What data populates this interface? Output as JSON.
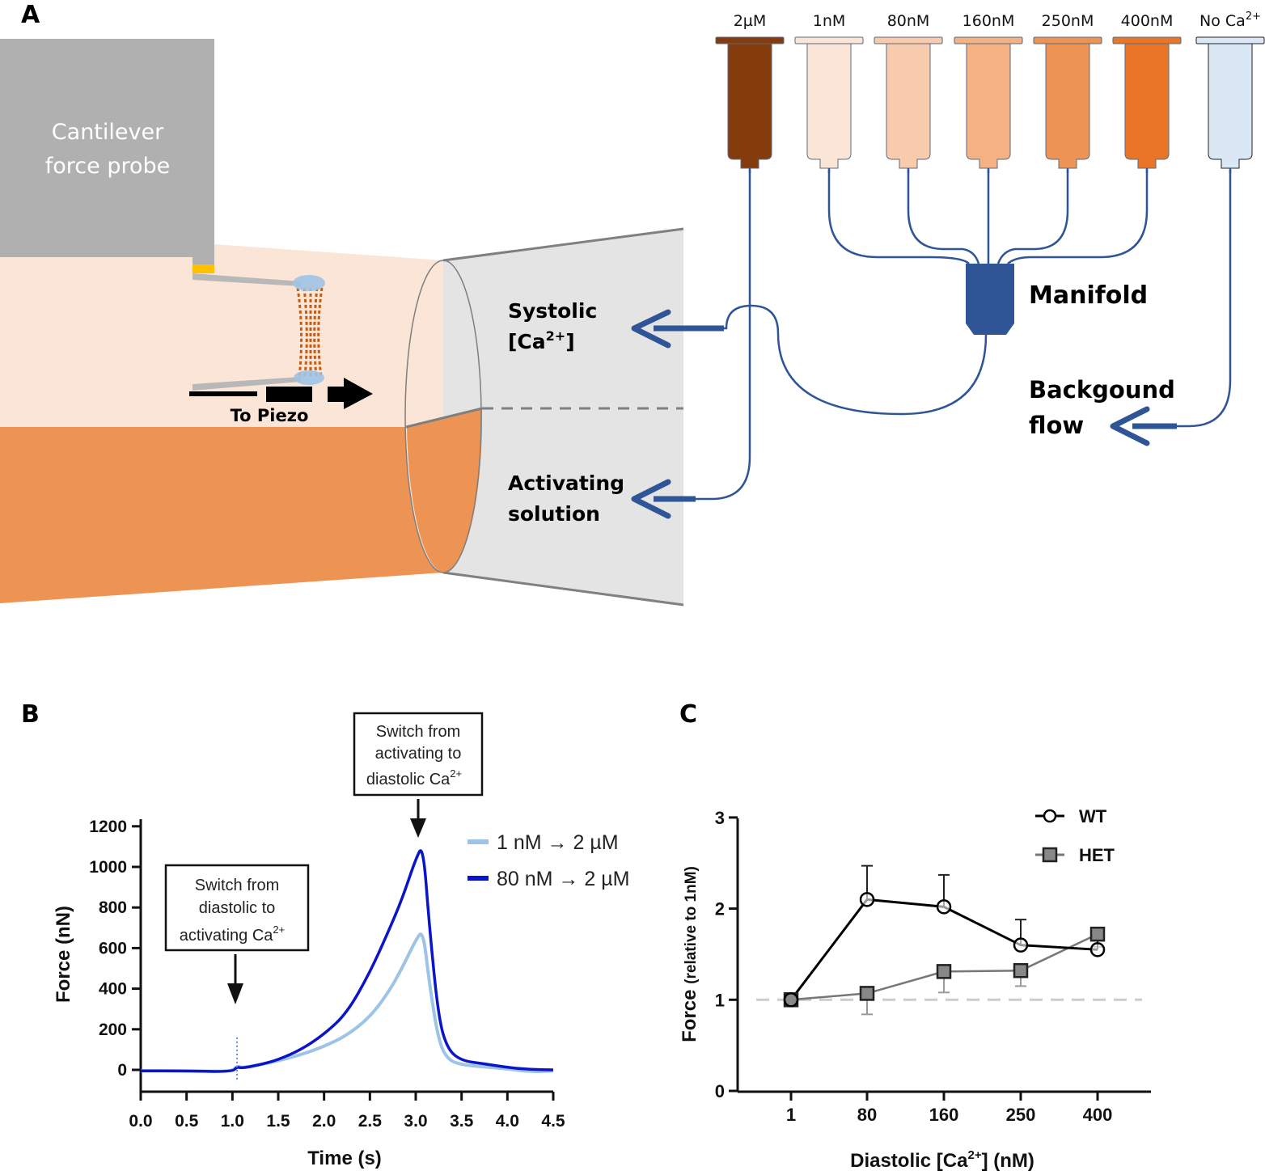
{
  "panels": {
    "a": {
      "letter": "A",
      "syringes": [
        {
          "label": "2µM",
          "color": "#843c0c"
        },
        {
          "label": "1nM",
          "color": "#fbe5d6"
        },
        {
          "label": "80nM",
          "color": "#f8cbad"
        },
        {
          "label": "160nM",
          "color": "#f4b183"
        },
        {
          "label": "250nM",
          "color": "#ed9455"
        },
        {
          "label": "400nM",
          "color": "#e97526"
        },
        {
          "label": "No Ca",
          "label_sup": "2+",
          "color": "#dae8f5"
        }
      ],
      "probe_label_line1": "Cantilever",
      "probe_label_line2": "force probe",
      "piezo_label": "To Piezo",
      "systolic_line1": "Systolic",
      "systolic_line2_pre": "[Ca",
      "systolic_line2_sup": "2+",
      "systolic_line2_post": "]",
      "activating_line1": "Activating",
      "activating_line2": "solution",
      "manifold_label": "Manifold",
      "background_line1": "Backgound",
      "background_line2": "flow",
      "colors": {
        "probe": "#b0b0b0",
        "probe_tip": "#ffc000",
        "upper_stream": "#fbe5d6",
        "lower_stream": "#ed9455",
        "chamber": "#e4e4e4",
        "tubing": "#2f5597",
        "cell": "#c55a11",
        "attachment": "#9dc3e6"
      }
    },
    "b": {
      "letter": "B",
      "annotation_left": {
        "lines": [
          "Switch from",
          "diastolic to",
          "activating Ca"
        ],
        "sup": "2+"
      },
      "annotation_right": {
        "lines": [
          "Switch from",
          "activating to",
          "diastolic Ca"
        ],
        "sup": "2+"
      }
    },
    "c": {
      "letter": "C"
    }
  },
  "chart_data": [
    {
      "type": "line",
      "title": "",
      "xlabel": "Time (s)",
      "ylabel": "Force (nN)",
      "xlim": [
        0,
        4.5
      ],
      "ylim": [
        -120,
        1250
      ],
      "x_ticks": [
        "0.0",
        "0.5",
        "1.0",
        "1.5",
        "2.0",
        "2.5",
        "3.0",
        "3.5",
        "4.0",
        "4.5"
      ],
      "y_ticks": [
        "0",
        "200",
        "400",
        "600",
        "800",
        "1000",
        "1200"
      ],
      "legend_position": "top-right",
      "annotations": [
        {
          "text": "Switch from diastolic to activating Ca2+",
          "x": 1.05
        },
        {
          "text": "Switch from activating to diastolic Ca2+",
          "x": 3.05
        }
      ],
      "series": [
        {
          "name": "1 nM → 2 µM",
          "color": "#9dc3e6",
          "x": [
            0.0,
            0.5,
            1.0,
            1.05,
            1.1,
            1.3,
            1.5,
            1.75,
            2.0,
            2.25,
            2.5,
            2.7,
            2.85,
            3.0,
            3.08,
            3.15,
            3.25,
            3.35,
            3.5,
            3.75,
            4.0,
            4.25,
            4.5
          ],
          "y": [
            -5,
            -5,
            -8,
            20,
            10,
            25,
            45,
            75,
            115,
            170,
            260,
            380,
            500,
            640,
            690,
            420,
            140,
            50,
            25,
            15,
            5,
            -10,
            -5
          ]
        },
        {
          "name": "80 nM → 2 µM",
          "color": "#0a14c8",
          "x": [
            0.0,
            0.5,
            1.0,
            1.05,
            1.1,
            1.3,
            1.5,
            1.75,
            2.0,
            2.25,
            2.5,
            2.7,
            2.85,
            3.0,
            3.08,
            3.15,
            3.25,
            3.35,
            3.5,
            3.75,
            4.0,
            4.25,
            4.5
          ],
          "y": [
            -5,
            -5,
            -10,
            15,
            8,
            25,
            50,
            100,
            175,
            280,
            480,
            680,
            840,
            1040,
            1110,
            700,
            250,
            100,
            45,
            30,
            12,
            2,
            0
          ]
        }
      ]
    },
    {
      "type": "line",
      "title": "",
      "xlabel": "Diastolic [Ca2+] (nM)",
      "ylabel": "Force (relative to 1nM)",
      "categories": [
        "1",
        "80",
        "160",
        "250",
        "400"
      ],
      "ylim": [
        0,
        3
      ],
      "y_ticks": [
        "0",
        "1",
        "2",
        "3"
      ],
      "reference_line": 1,
      "legend_position": "top-right",
      "series": [
        {
          "name": "WT",
          "marker": "circle-open",
          "color": "#000000",
          "values": [
            1.0,
            2.1,
            2.02,
            1.6,
            1.55
          ],
          "error_up": [
            0,
            0.37,
            0.35,
            0.28,
            0.15
          ],
          "error_side": "up"
        },
        {
          "name": "HET",
          "marker": "square-filled",
          "color": "#777777",
          "values": [
            1.0,
            1.07,
            1.31,
            1.32,
            1.72
          ],
          "error_up": [
            0,
            0.23,
            0.23,
            0.17,
            0.14
          ],
          "error_side": "down"
        }
      ]
    }
  ]
}
